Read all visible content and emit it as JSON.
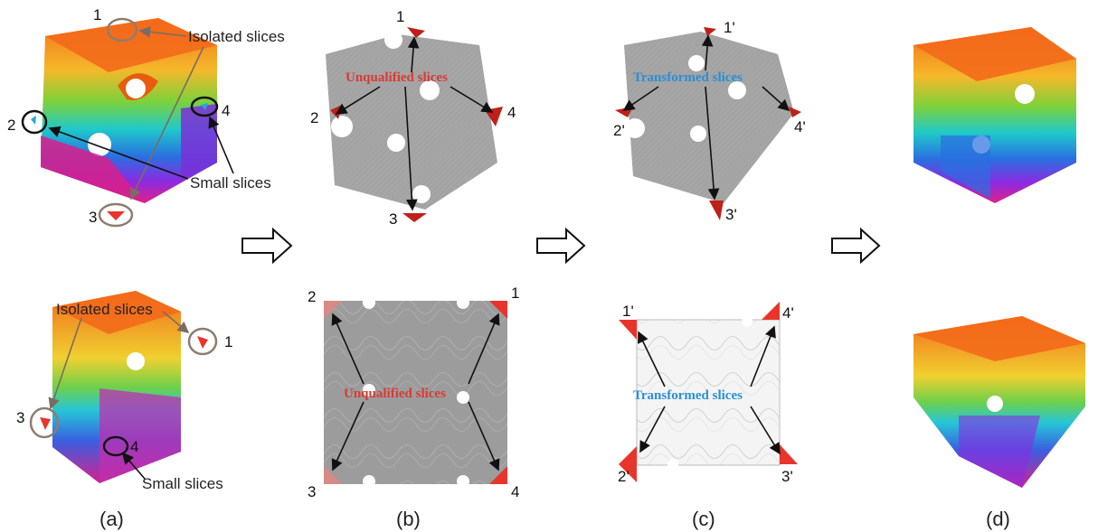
{
  "colors": {
    "unqualified_text": "#d93a32",
    "transformed_text": "#2a8fd6",
    "slice_red": "#e8352c",
    "gray_body": "#a6a6a6",
    "circle_gray": "#8c7d72"
  },
  "panel_a": {
    "top": {
      "isolated_label": "Isolated slices",
      "small_label": "Small slices",
      "n1": "1",
      "n2": "2",
      "n3": "3",
      "n4": "4"
    },
    "bottom": {
      "isolated_label": "Isolated slices",
      "small_label": "Small slices",
      "n1": "1",
      "n3": "3",
      "n4": "4"
    }
  },
  "panel_b": {
    "top": {
      "label": "Unqualified slices",
      "n1": "1",
      "n2": "2",
      "n3": "3",
      "n4": "4"
    },
    "bottom": {
      "label": "Unqualified slices",
      "n1": "1",
      "n2": "2",
      "n3": "3",
      "n4": "4"
    }
  },
  "panel_c": {
    "top": {
      "label": "Transformed slices",
      "n1": "1'",
      "n2": "2'",
      "n3": "3'",
      "n4": "4'"
    },
    "bottom": {
      "label": "Transformed slices",
      "n1": "1'",
      "n2": "2'",
      "n3": "3'",
      "n4": "4'"
    }
  },
  "captions": {
    "a": "(a)",
    "b": "(b)",
    "c": "(c)",
    "d": "(d)"
  }
}
